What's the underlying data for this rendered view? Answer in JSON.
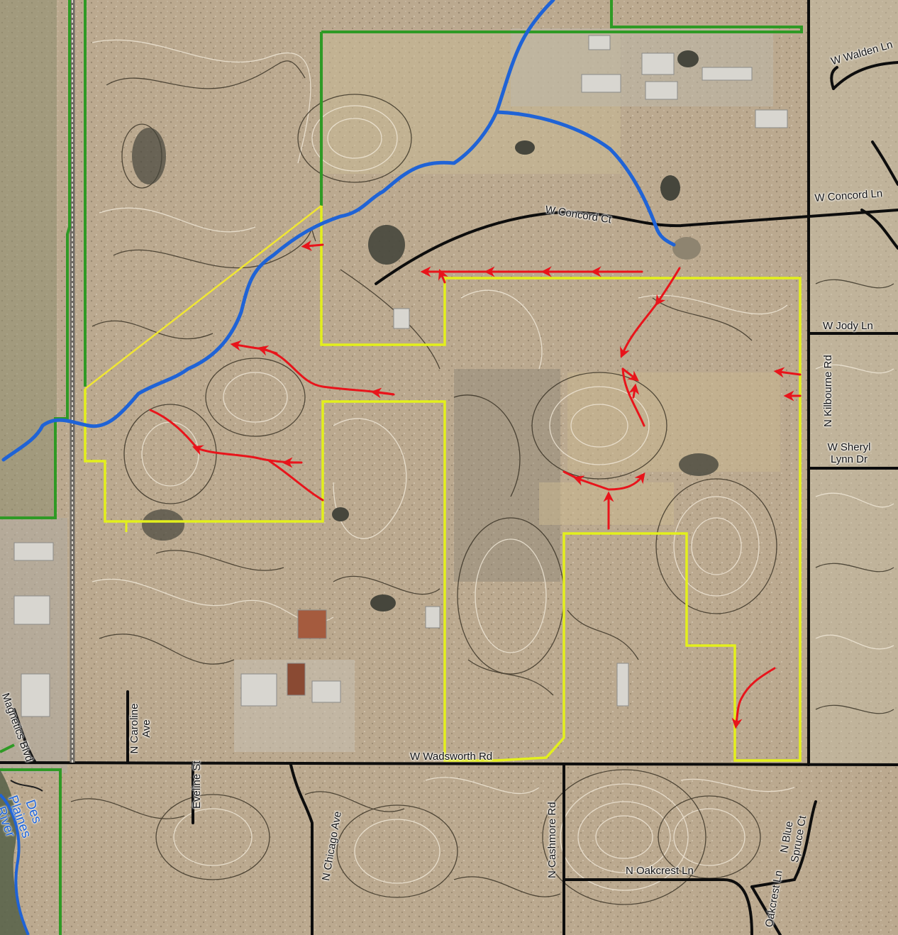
{
  "colors": {
    "terrain": "#b9a78e",
    "contour_dark": "#2a2418",
    "contour_light": "#efe6d6",
    "road": "#0d0d0d",
    "river": "#1f63d6",
    "boundary_green": "#2f9a25",
    "boundary_yellow": "#e3ef1c",
    "flow_arrow": "#e8141b",
    "water_body": "#46463c"
  },
  "streets": {
    "w_walden_ln": "W Walden Ln",
    "w_concord_ln": "W Concord Ln",
    "w_concord_ct": "W Concord Ct",
    "w_jody_ln": "W Jody Ln",
    "n_kilbourne_rd": "N Kilbourne Rd",
    "w_sheryl_lynn_dr": "W Sheryl Lynn Dr",
    "w_wadsworth_rd": "W Wadsworth Rd",
    "magnetics_blvd": "Magnetics Blvd",
    "n_caroline_ave": "N Caroline Ave",
    "eveline_st": "Eveline St",
    "n_chicago_ave": "N Chicago Ave",
    "n_cashmore_rd": "N Cashmore Rd",
    "n_oakcrest_ln": "N Oakcrest Ln",
    "n_blue_spruce_ct": "N Blue Spruce Ct",
    "oakcrest_ln": "Oakcrest Ln"
  },
  "water_labels": {
    "des_plaines_river": "Des Plaines River"
  }
}
